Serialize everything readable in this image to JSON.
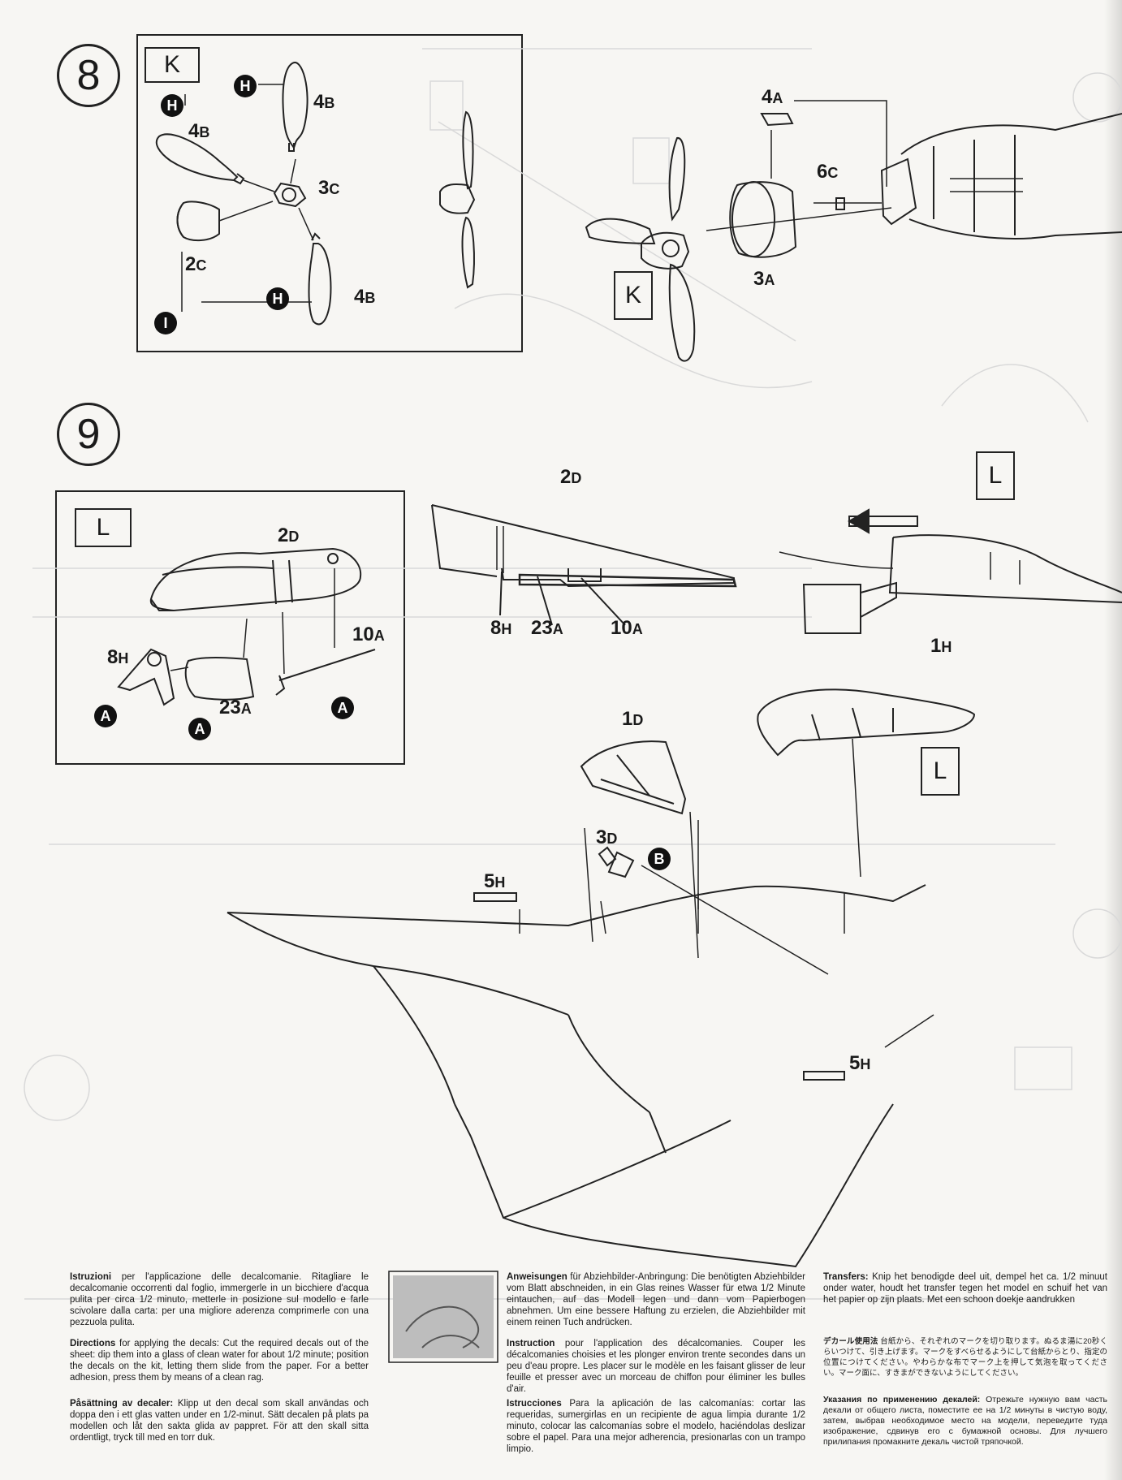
{
  "steps": {
    "step8": {
      "number": "8",
      "inset_letter": "K",
      "main_letter": "K",
      "badges": {
        "h1": "H",
        "h2": "H",
        "h3": "H",
        "i": "I"
      },
      "inset_parts": {
        "p4b_top": {
          "num": "4",
          "sub": "B"
        },
        "p4b_left": {
          "num": "4",
          "sub": "B"
        },
        "p3c": {
          "num": "3",
          "sub": "C"
        },
        "p2c": {
          "num": "2",
          "sub": "C"
        },
        "p4b_bottom": {
          "num": "4",
          "sub": "B"
        }
      },
      "main_parts": {
        "p4a": {
          "num": "4",
          "sub": "A"
        },
        "p6c": {
          "num": "6",
          "sub": "C"
        },
        "p3a": {
          "num": "3",
          "sub": "A"
        }
      }
    },
    "step9": {
      "number": "9",
      "inset_letter": "L",
      "canopy_letter": "L",
      "side_letter": "L",
      "badges": {
        "a1": "A",
        "a2": "A",
        "a3": "A",
        "b": "B"
      },
      "inset_parts": {
        "p2d": {
          "num": "2",
          "sub": "D"
        },
        "p10a": {
          "num": "10",
          "sub": "A"
        },
        "p8h": {
          "num": "8",
          "sub": "H"
        },
        "p23a": {
          "num": "23",
          "sub": "A"
        }
      },
      "section_parts": {
        "p2d": {
          "num": "2",
          "sub": "D"
        },
        "p8h": {
          "num": "8",
          "sub": "H"
        },
        "p23a": {
          "num": "23",
          "sub": "A"
        },
        "p10a": {
          "num": "10",
          "sub": "A"
        },
        "p1h": {
          "num": "1",
          "sub": "H"
        }
      },
      "main_parts": {
        "p1d": {
          "num": "1",
          "sub": "D"
        },
        "p3d": {
          "num": "3",
          "sub": "D"
        },
        "p5h_left": {
          "num": "5",
          "sub": "H"
        },
        "p5h_right": {
          "num": "5",
          "sub": "H"
        }
      }
    }
  },
  "decal_instructions": {
    "it": {
      "lead": "Istruzioni",
      "text": " per l'applicazione delle decalcomanie. Ritagliare le decalcomanie occorrenti dal foglio, immergerle in un bicchiere d'acqua pulita per circa 1/2 minuto, metterle in posizione sul modello e farle scivolare dalla carta: per una migliore aderenza comprimerle con una pezzuola pulita."
    },
    "en": {
      "lead": "Directions",
      "text": " for applying the decals: Cut the required decals out of the sheet: dip them into a glass of clean water for about 1/2 minute; position the decals on the kit, letting them slide from the paper. For a better adhesion, press them by means of a clean rag."
    },
    "sv": {
      "lead": "Påsättning av decaler:",
      "text": " Klipp ut den decal som skall användas och doppa den i ett glas vatten under en 1/2-minut. Sätt decalen på plats pa modellen och låt den sakta glida av pappret. För att den skall sitta ordentligt, tryck till med en torr duk."
    },
    "de": {
      "lead": "Anweisungen",
      "text": " für Abziehbilder-Anbringung: Die benötigten Abziehbilder vom Blatt abschneiden, in ein Glas reines Wasser für etwa 1/2 Minute eintauchen, auf das Modell legen und dann vom Papierbogen abnehmen. Um eine bessere Haftung zu erzielen, die Abziehbilder mit einem reinen Tuch andrücken."
    },
    "fr": {
      "lead": "Instruction",
      "text": " pour l'application des décalcomanies. Couper les décalcomanies choisies et les plonger environ trente secondes dans un peu d'eau propre. Les placer sur le modèle en les faisant glisser de leur feuille et presser avec un morceau de chiffon pour éliminer les bulles d'air."
    },
    "es": {
      "lead": "Istrucciones",
      "text": " Para la aplicación de las calcomanías: cortar las requeridas, sumergirlas en un recipiente de agua limpia durante 1/2 minuto, colocar las calcomanías sobre el modelo, haciéndolas deslizar sobre el papel. Para una mejor adherencia, presionarlas con un trampo limpio."
    },
    "nl": {
      "lead": "Transfers:",
      "text": " Knip het benodigde deel uit, dempel het ca. 1/2 minuut onder water, houdt het transfer tegen het model en schuif het van het papier op zijn plaats. Met een schoon doekje aandrukken"
    },
    "ja": {
      "lead": "デカール使用法",
      "text": " 台紙から、それぞれのマークを切り取ります。ぬるま湯に20秒くらいつけて、引き上げます。マークをすべらせるようにして台紙からとり、指定の位置につけてください。やわらかな布でマーク上を押して気泡を取ってください。マーク面に、すきまができないようにしてください。"
    },
    "ru": {
      "lead": "Указания по применению декалей:",
      "text": " Отрежьте нужную вам часть декали от общего листа, поместите ее на 1/2 минуты в чистую воду, затем, выбрав необходимое место на модели, переведите туда изображение, сдвинув его с бумажной основы. Для лучшего прилипания промакните декаль чистой тряпочкой."
    }
  }
}
